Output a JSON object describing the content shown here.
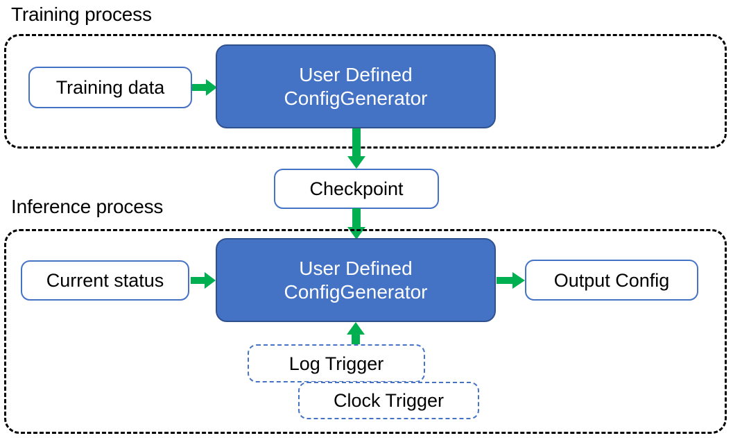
{
  "diagram": {
    "title_training": "Training process",
    "title_inference": "Inference process",
    "accent_blue": "#4472C4",
    "accent_blue_border": "#2F528F",
    "accent_green": "#00B050",
    "container_border": "#000000"
  },
  "training": {
    "caption": "Training process",
    "nodes": {
      "training_data": "Training data",
      "config_generator": "User Defined\nConfigGenerator",
      "config_generator_line1": "User Defined",
      "config_generator_line2": "ConfigGenerator"
    }
  },
  "bridge": {
    "checkpoint": "Checkpoint"
  },
  "inference": {
    "caption": "Inference process",
    "nodes": {
      "current_status": "Current status",
      "config_generator_line1": "User Defined",
      "config_generator_line2": "ConfigGenerator",
      "output_config": "Output Config",
      "log_trigger": "Log Trigger",
      "clock_trigger": "Clock Trigger"
    }
  },
  "arrows": [
    {
      "name": "training-data-to-generator",
      "direction": "right"
    },
    {
      "name": "generator-to-checkpoint",
      "direction": "down"
    },
    {
      "name": "checkpoint-to-inference-generator",
      "direction": "down"
    },
    {
      "name": "current-status-to-generator",
      "direction": "right"
    },
    {
      "name": "generator-to-output-config",
      "direction": "right"
    },
    {
      "name": "triggers-to-generator",
      "direction": "up"
    }
  ]
}
